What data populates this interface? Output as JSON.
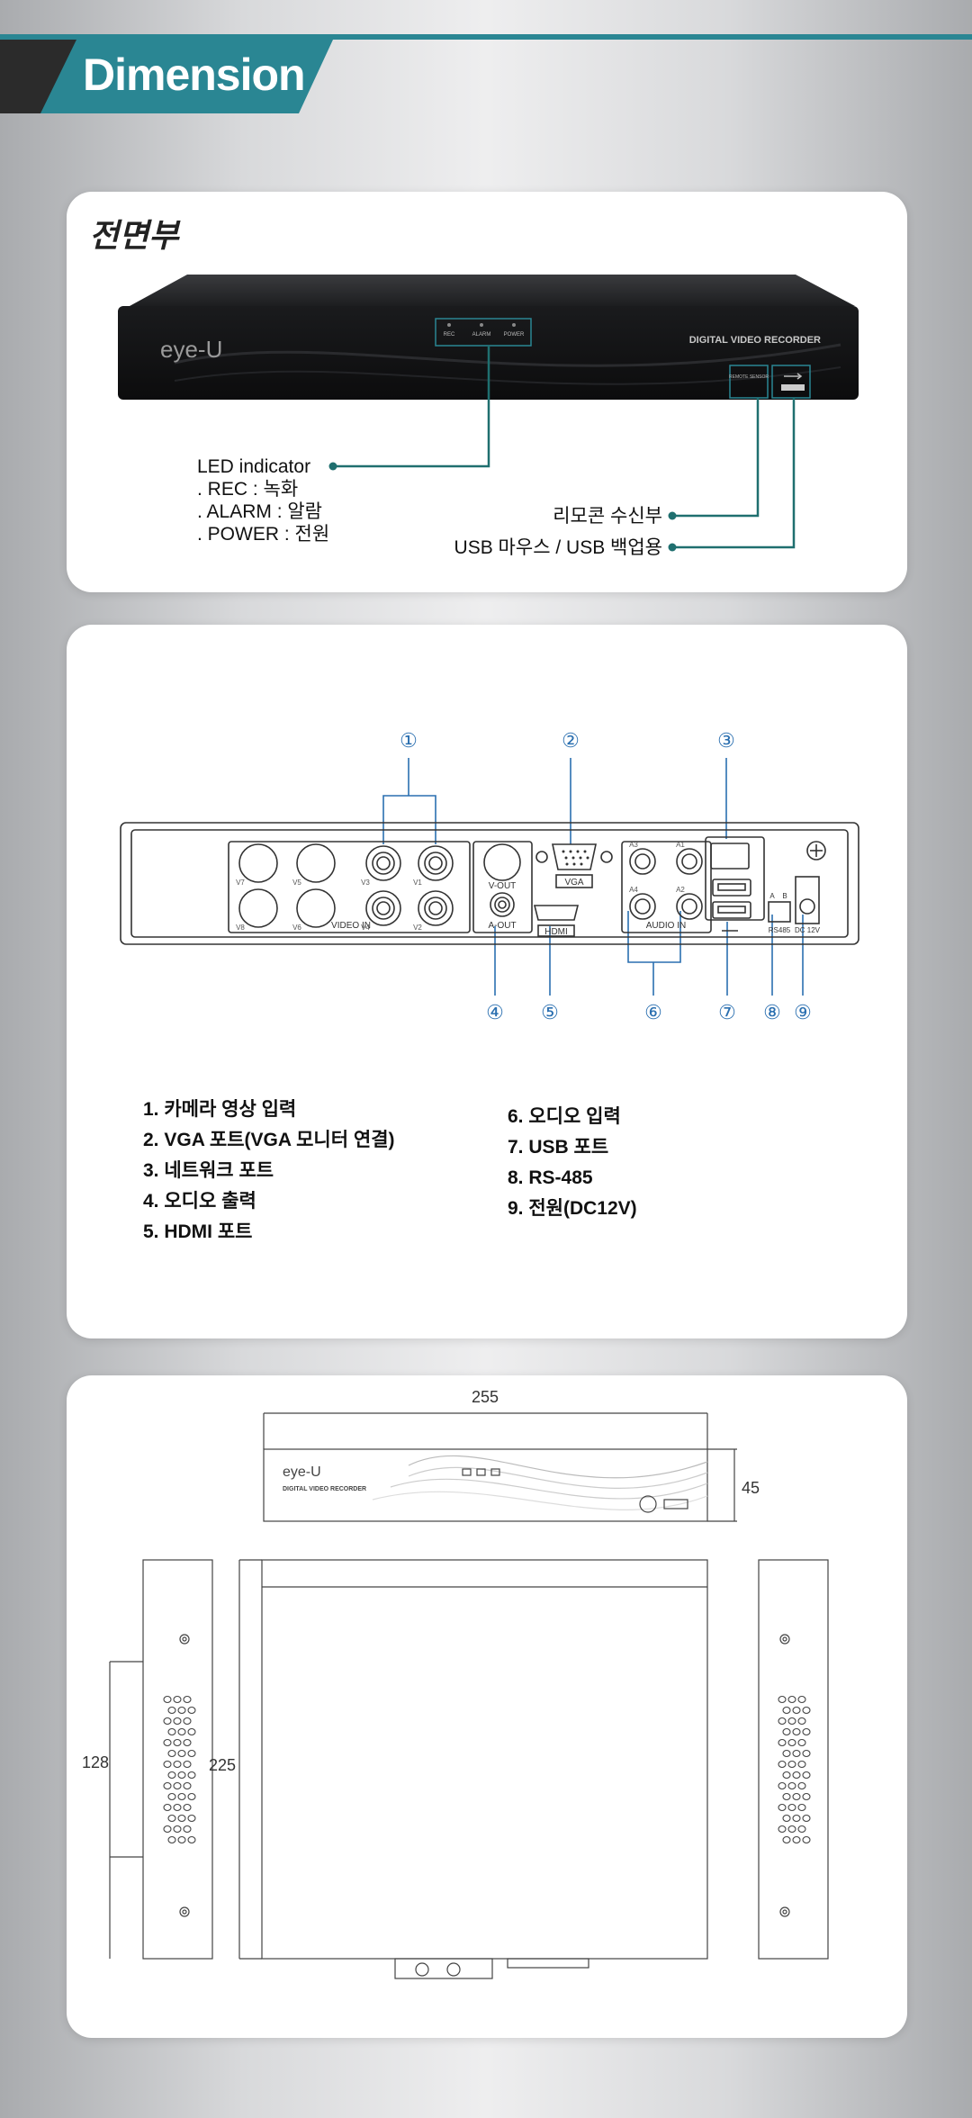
{
  "header": {
    "title": "Dimension"
  },
  "front": {
    "title": "전면부",
    "device": {
      "brand": "eye-U",
      "product": "DIGITAL VIDEO RECORDER",
      "led_rec": "REC",
      "led_alarm": "ALARM",
      "led_power": "POWER",
      "remote_tag": "REMOTE SENSOR"
    },
    "led_callout": {
      "heading": "LED indicator",
      "lines": [
        ". REC : 녹화",
        ". ALARM : 알람",
        ". POWER : 전원"
      ]
    },
    "remote_label": "리모콘 수신부",
    "usb_label": "USB 마우스  / USB 백업용"
  },
  "rear": {
    "markers": [
      "①",
      "②",
      "③",
      "④",
      "⑤",
      "⑥",
      "⑦",
      "⑧",
      "⑨"
    ],
    "panel_labels": {
      "video_in": "VIDEO IN",
      "a_out": "A-OUT",
      "v_out": "V-OUT",
      "vga": "VGA",
      "hdmi": "HDMI",
      "audio_in": "AUDIO IN",
      "rs485": "RS485",
      "dc12v": "DC 12V",
      "rs_a": "A",
      "rs_b": "B",
      "v7": "V7",
      "v5": "V5",
      "v3": "V3",
      "v1": "V1",
      "v8": "V8",
      "v6": "V6",
      "v4": "V4",
      "v2": "V2",
      "a3": "A3",
      "a1": "A1",
      "a4": "A4",
      "a2": "A2"
    },
    "legend_left": [
      "1. 카메라 영상 입력",
      "2. VGA 포트(VGA 모니터 연결)",
      "3. 네트워크 포트",
      "4. 오디오 출력",
      "5. HDMI 포트"
    ],
    "legend_right": [
      "6. 오디오 입력",
      "7. USB 포트",
      "8. RS-485",
      "9. 전원(DC12V)"
    ]
  },
  "dimensions": {
    "width": "255",
    "height": "45",
    "depth": "225",
    "side": "128",
    "front_brand": "eye-U",
    "front_product": "DIGITAL VIDEO RECORDER"
  },
  "colors": {
    "accent": "#2a8693",
    "dark": "#2b2b2b",
    "callout": "#1f6f6f"
  }
}
